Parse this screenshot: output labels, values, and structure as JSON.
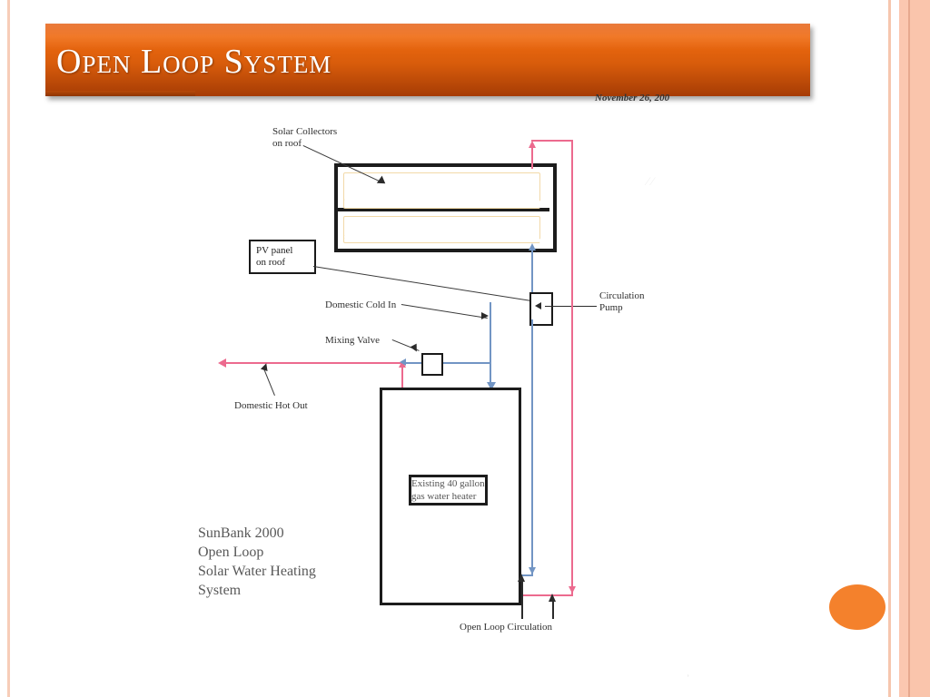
{
  "slide": {
    "title": "Open Loop System",
    "date": "November 26, 200"
  },
  "diagram": {
    "labels": {
      "solar_collectors": "Solar Collectors\non roof",
      "pv_panel": "PV panel\non roof",
      "domestic_cold_in": "Domestic Cold In",
      "mixing_valve": "Mixing Valve",
      "circulation_pump": "Circulation\nPump",
      "domestic_hot_out": "Domestic Hot Out",
      "water_heater": "Existing 40 gallon\ngas water heater",
      "open_loop_circulation": "Open Loop Circulation"
    },
    "caption": "SunBank 2000\nOpen Loop\nSolar Water Heating\nSystem",
    "colors": {
      "hot_line": "#ec6a8e",
      "cold_line": "#7295c4",
      "collector_pipe": "#f2d9a8",
      "outline": "#1c1c1c",
      "banner": "#d85c0b",
      "accent_dot": "#f4812c"
    }
  }
}
